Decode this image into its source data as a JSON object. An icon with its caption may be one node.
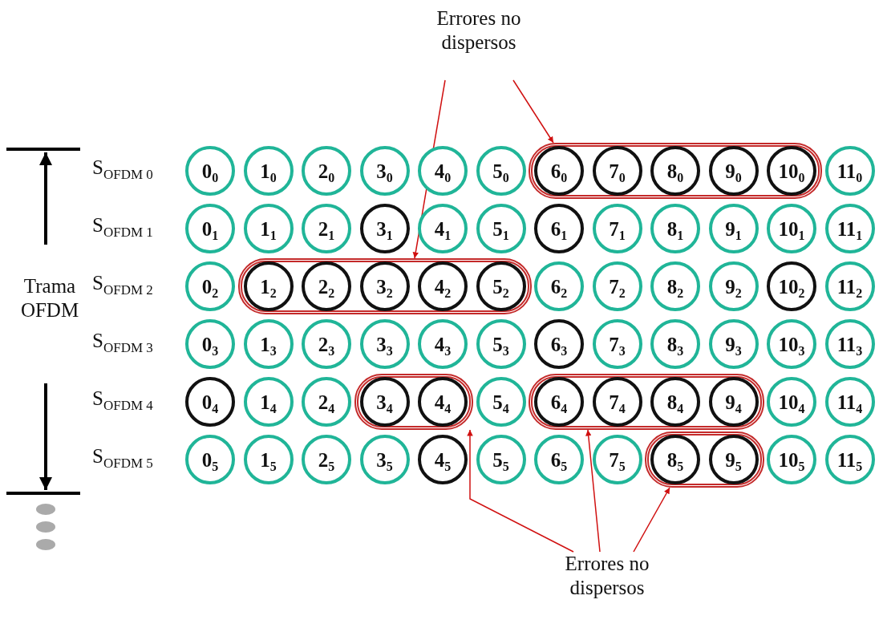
{
  "diagram": {
    "nodes": [
      {
        "text": [
          "Errores no dispersos"
        ]
      },
      {
        "text": [
          "0$_{0}$"
        ]
      },
      {
        "text": [
          "1$_{0}$"
        ]
      },
      {
        "text": [
          "2$_{0}$"
        ]
      },
      {
        "text": [
          "3$_{0}$"
        ]
      },
      {
        "text": [
          "4$_{0}$"
        ]
      },
      {
        "text": [
          "5$_{0}$"
        ]
      },
      {
        "text": [],
        "shape": "box"
      },
      {
        "text": [
          "6$_{0}$"
        ],
        "in": 7
      },
      {
        "text": [
          "7$_{0}$"
        ],
        "in": 7
      },
      {
        "text": [
          "8$_{0}$"
        ],
        "in": 7
      },
      {
        "text": [
          "9$_{0}$"
        ],
        "in": 7
      },
      {
        "text": [
          "10$_{0}$"
        ],
        "in": 7
      },
      {
        "text": [
          "11$_{0}$"
        ]
      },
      {
        "text": [
          "0$_{1}$"
        ]
      },
      {
        "text": [
          "1$_{1}$"
        ]
      },
      {
        "text": [
          "2$_{1}$"
        ]
      },
      {
        "text": [
          "3$_{1}$"
        ]
      },
      {
        "text": [
          "4$_{1}$"
        ]
      },
      {
        "text": [
          "5$_{1}$"
        ]
      },
      {
        "text": [
          "6$_{1}$"
        ]
      },
      {
        "text": [
          "7$_{1}$"
        ]
      },
      {
        "text": [
          "8$_{1}$"
        ]
      },
      {
        "text": [
          "9$_{1}$"
        ]
      },
      {
        "text": [
          "10$_{1}$"
        ]
      },
      {
        "text": [
          "11$_{1}$"
        ]
      },
      {
        "text": [
          "0$_{2}$"
        ]
      },
      {
        "text": [],
        "shape": "box"
      },
      {
        "text": [
          "1$_{2}$"
        ],
        "in": 27
      },
      {
        "text": [
          "2$_{2}$"
        ],
        "in": 27
      },
      {
        "text": [
          "3$_{2}$"
        ],
        "in": 27
      },
      {
        "text": [
          "4$_{2}$"
        ],
        "in": 27
      },
      {
        "text": [
          "5$_{2}$"
        ],
        "in": 27
      },
      {
        "text": [
          "6$_{2}$"
        ]
      },
      {
        "text": [
          "7$_{2}$"
        ]
      },
      {
        "text": [
          "8$_{2}$"
        ]
      },
      {
        "text": [
          "9$_{2}$"
        ]
      },
      {
        "text": [
          "10$_{2}$"
        ]
      },
      {
        "text": [
          "11$_{2}$"
        ]
      },
      {
        "text": [
          "0$_{3}$"
        ]
      },
      {
        "text": [
          "1$_{3}$"
        ]
      },
      {
        "text": [
          "2$_{3}$"
        ]
      },
      {
        "text": [
          "3$_{3}$"
        ]
      },
      {
        "text": [
          "4$_{3}$"
        ]
      },
      {
        "text": [
          "5$_{3}$"
        ]
      },
      {
        "text": [
          "6$_{3}$"
        ]
      },
      {
        "text": [
          "7$_{3}$"
        ]
      },
      {
        "text": [
          "8$_{3}$"
        ]
      },
      {
        "text": [
          "9$_{3}$"
        ]
      },
      {
        "text": [
          "10$_{3}$"
        ]
      },
      {
        "text": [
          "11$_{3}$"
        ]
      },
      {
        "text": [
          "0$_{4}$"
        ]
      },
      {
        "text": [
          "1$_{4}$"
        ]
      },
      {
        "text": [
          "2$_{4}$"
        ]
      },
      {
        "text": [],
        "shape": "box"
      },
      {
        "text": [
          "3$_{4}$"
        ],
        "in": 54
      },
      {
        "text": [
          "4$_{4}$"
        ],
        "in": 54
      },
      {
        "text": [
          "5$_{4}$"
        ]
      },
      {
        "text": [],
        "shape": "box"
      },
      {
        "text": [
          "6$_{4}$"
        ],
        "in": 58
      },
      {
        "text": [
          "7$_{4}$"
        ],
        "in": 58
      },
      {
        "text": [
          "8$_{4}$"
        ],
        "in": 58
      },
      {
        "text": [
          "9$_{4}$"
        ],
        "in": 58
      },
      {
        "text": [
          "10$_{4}$"
        ]
      },
      {
        "text": [
          "11$_{4}$"
        ]
      },
      {
        "text": [
          "0$_{5}$"
        ]
      },
      {
        "text": [
          "1$_{5}$"
        ]
      },
      {
        "text": [
          "2$_{5}$"
        ]
      },
      {
        "text": [
          "3$_{5}$"
        ]
      },
      {
        "text": [
          "4$_{5}$"
        ]
      },
      {
        "text": [
          "5$_{5}$"
        ]
      },
      {
        "text": [
          "6$_{5}$"
        ]
      },
      {
        "text": [
          "7$_{5}$"
        ]
      },
      {
        "text": [],
        "shape": "box"
      },
      {
        "text": [
          "8$_{5}$"
        ],
        "in": 73
      },
      {
        "text": [
          "9$_{5}$"
        ],
        "in": 73
      },
      {
        "text": [
          "10$_{5}$"
        ]
      },
      {
        "text": [
          "11$_{5}$"
        ]
      },
      {
        "text": [
          "Errores no dispersos"
        ]
      }
    ],
    "edges": [
      {
        "from": 0,
        "to": 7,
        "arrow": "to"
      },
      {
        "from": 0,
        "to": 27,
        "arrow": "to"
      },
      {
        "from": 78,
        "to": 54,
        "arrow": "to"
      },
      {
        "from": 78,
        "to": 58,
        "arrow": "to"
      },
      {
        "from": 78,
        "to": 73,
        "arrow": "to"
      }
    ],
    "labels": [
      "S$_{OFDM 0}$",
      "S$_{OFDM 1}$",
      "S$_{OFDM 2}$",
      "S$_{OFDM 3}$",
      "S$_{OFDM 4}$",
      "S$_{OFDM 5}$",
      "Trama OFDM"
    ]
  }
}
